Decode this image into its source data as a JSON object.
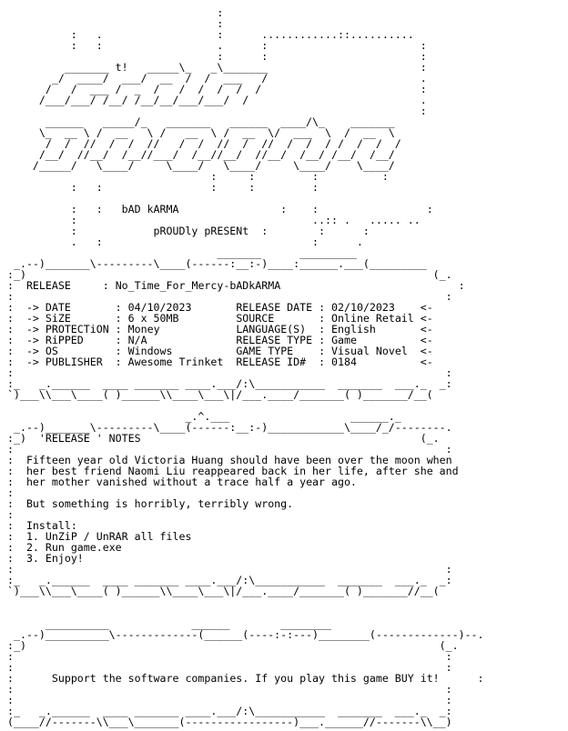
{
  "logo_lines": [
    "                                 :",
    "                                 :",
    "          :   .                  :      ............::..........",
    "          :   :                  .      :                        :",
    "                                 :      :                        :",
    "         _______ t!   _____\\_   _\\_______                        :",
    "       _/  ____/  ___/  __  /  /  ___   /                        .",
    "      /   /  ___ /  _  /   /  /  /  /  /                         :",
    "     /___/___/ /__/ /__/__/___/___/  /                           .",
    "                                                                 :",
    "      ______   _____/_   _______   ______  ____/\\_    _______",
    "     \\_  __ \\ /  __   \\ /   __  \\ /  __  \\/  ___  \\  /  __  \\",
    "      /  /  //  /  /  //   /  /  //  /  //  /  /  / /  /  /  /",
    "     /__/  //__/  /__//___/  /__//__/  //__/  /__/ /__/  /__/",
    "    /_____/   \\____/     \\____/   \\____/     \\____/    \\____/",
    "                                :     :         :          :",
    "          :   :                 :     :         :"
  ],
  "intro": {
    "group": "bAD kARMA",
    "presents": "pROUDly pRESENt"
  },
  "release": {
    "label": "RELEASE",
    "name": "No_Time_For_Mercy-bADkARMA",
    "rows": [
      {
        "left_label": "DATE",
        "left_value": "04/10/2023",
        "right_label": "RELEASE DATE",
        "right_value": "02/10/2023"
      },
      {
        "left_label": "SiZE",
        "left_value": "6 x 50MB",
        "right_label": "SOURCE",
        "right_value": "Online Retail"
      },
      {
        "left_label": "PROTECTiON",
        "left_value": "Money",
        "right_label": "LANGUAGE(S)",
        "right_value": "English"
      },
      {
        "left_label": "RiPPED",
        "left_value": "N/A",
        "right_label": "RELEASE TYPE",
        "right_value": "Game"
      },
      {
        "left_label": "OS",
        "left_value": "Windows",
        "right_label": "GAME TYPE",
        "right_value": "Visual Novel"
      },
      {
        "left_label": "PUBLISHER",
        "left_value": "Awesome Trinket",
        "right_label": "RELEASE ID#",
        "right_value": "0184"
      }
    ]
  },
  "notes": {
    "heading": "'RELEASE ' NOTES",
    "paragraph_lines": [
      "Fifteen year old Victoria Huang should have been over the moon when",
      "her best friend Naomi Liu reappeared back in her life, after she and",
      "her mother vanished without a trace half a year ago."
    ],
    "paragraph2": "But something is horribly, terribly wrong.",
    "install_label": "Install:",
    "steps": [
      "1. UnZiP / UnRAR all files",
      "2. Run game.exe",
      "3. Enjoy!"
    ]
  },
  "footer": {
    "message": "Support the software companies. If you play this game BUY it!"
  }
}
